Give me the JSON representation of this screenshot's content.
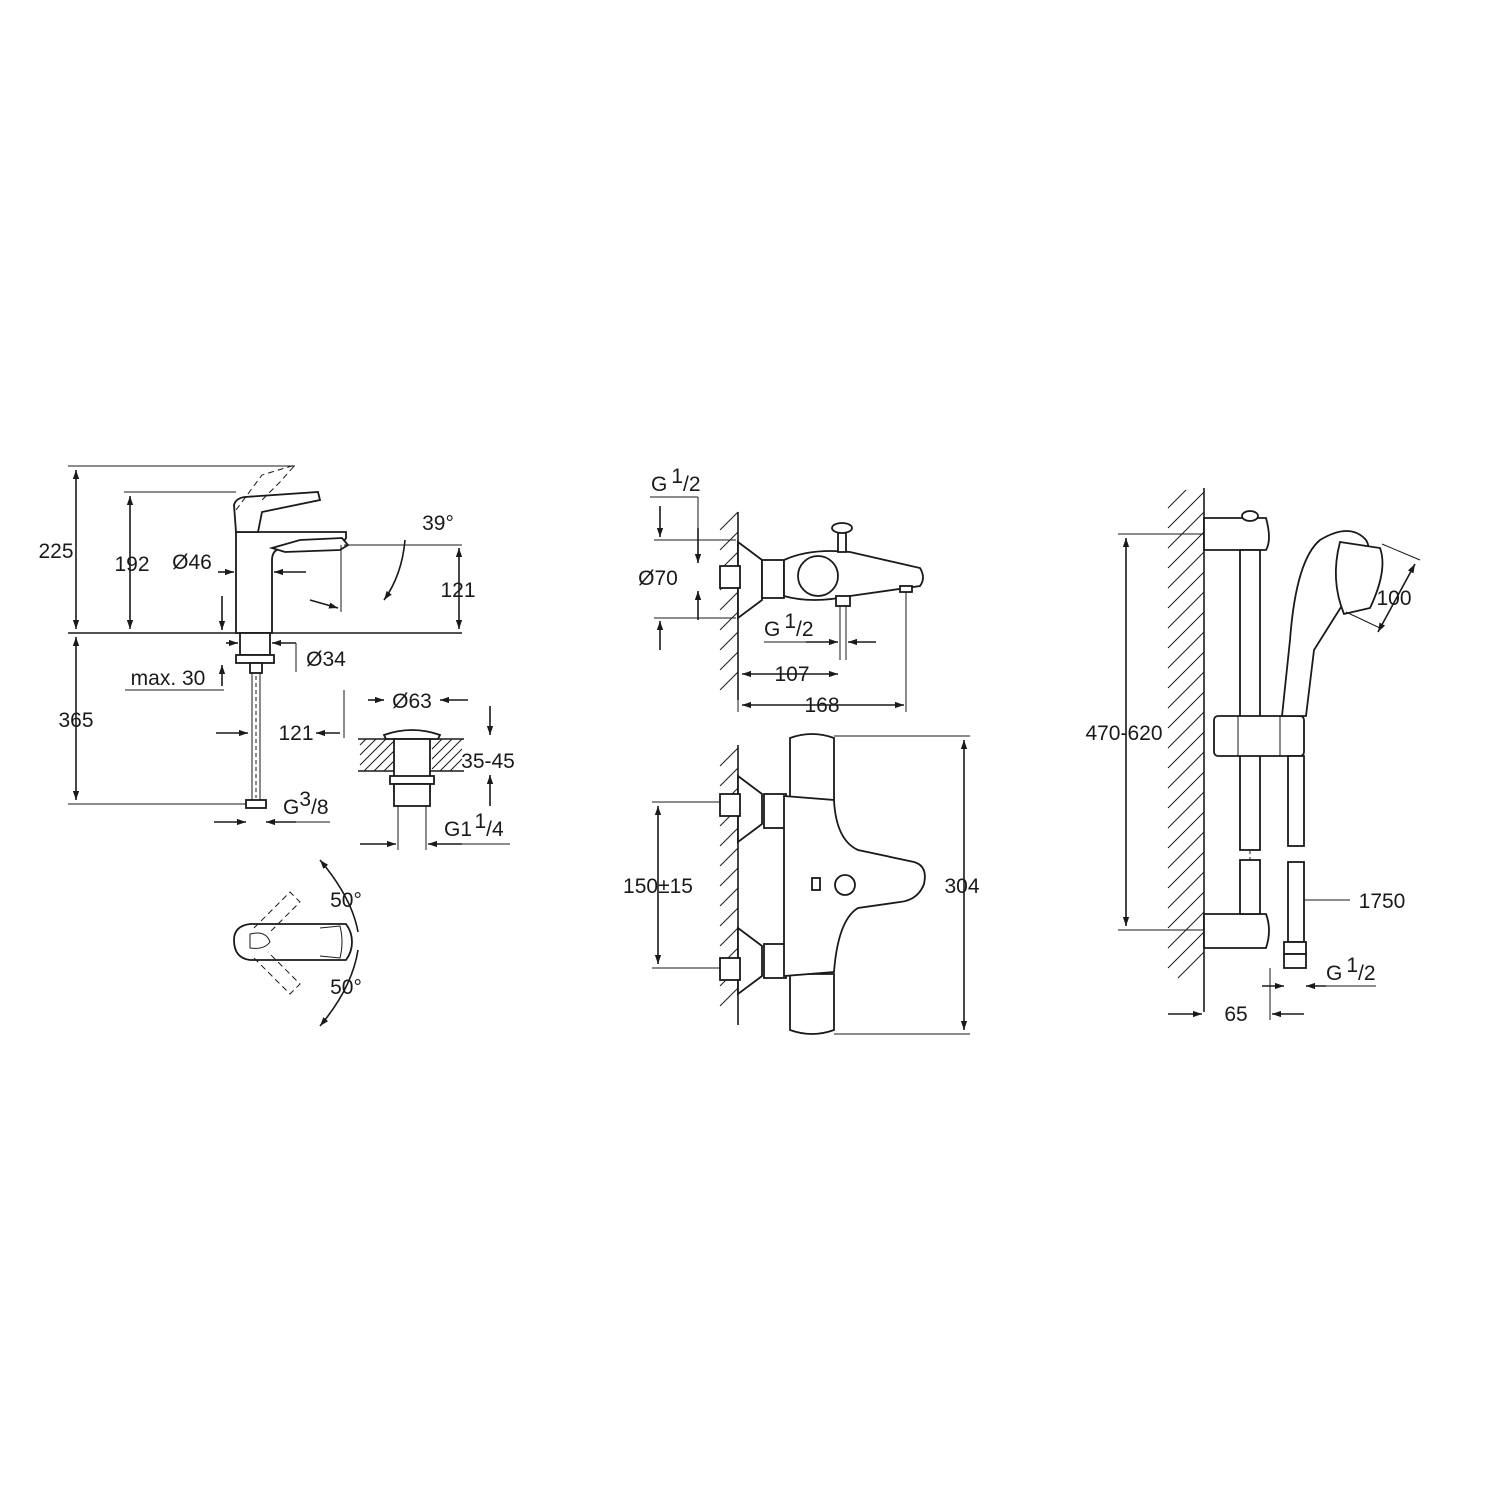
{
  "basin_mixer": {
    "height_total": "225",
    "height_spout": "192",
    "diameter_body": "Ø46",
    "angle_spout": "39°",
    "spout_height_right": "121",
    "diameter_shank": "Ø34",
    "max_deck": "max. 30",
    "depth_below": "365",
    "spout_reach": "121",
    "connection": "G",
    "connection_num": "3",
    "connection_den": "8",
    "lever_angle_top": "50°",
    "lever_angle_bottom": "50°"
  },
  "waste": {
    "diameter": "Ø63",
    "range": "35-45",
    "thread": "G1",
    "thread_num": "1",
    "thread_den": "4"
  },
  "bath_thermostat": {
    "connection_top": "G",
    "connection_top_num": "1",
    "connection_top_den": "2",
    "diameter_escutcheon": "Ø70",
    "connection_outlet": "G",
    "connection_outlet_num": "1",
    "connection_outlet_den": "2",
    "outlet_distance": "107",
    "projection": "168",
    "centres": "150±15",
    "height": "304"
  },
  "shower_set": {
    "rail_range": "470-620",
    "head_diameter": "100",
    "hose_length": "1750",
    "hose_connection": "G",
    "hose_connection_num": "1",
    "hose_connection_den": "2",
    "wall_offset": "65"
  }
}
